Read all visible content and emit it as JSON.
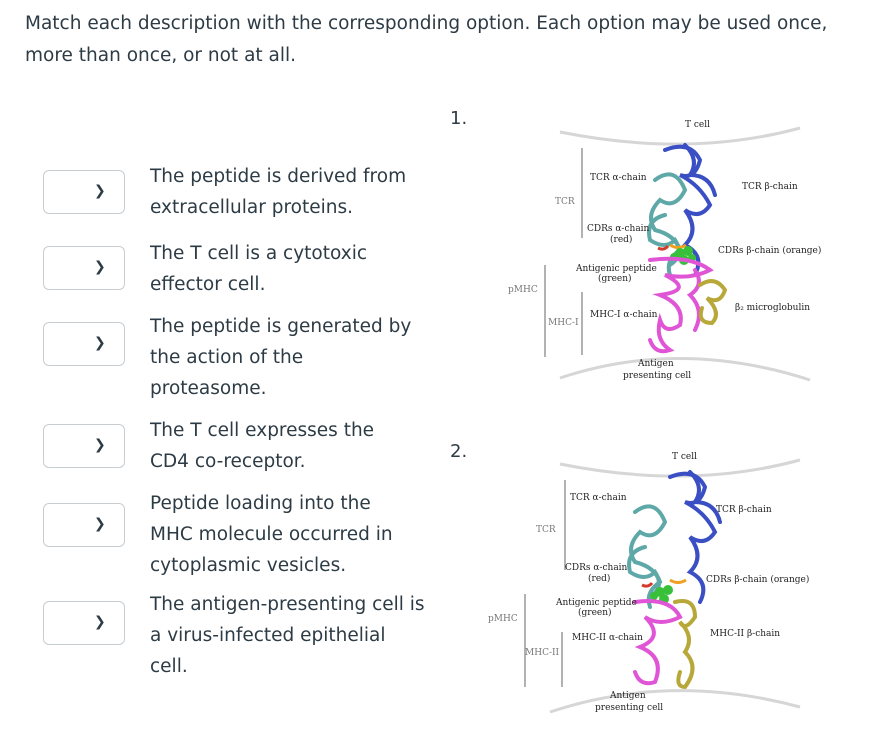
{
  "prompt": "Match each description with the corresponding option. Each option may be used once, more than once, or not at all.",
  "items": [
    {
      "text": "The peptide is derived from extracellular proteins."
    },
    {
      "text": "The T cell is a cytotoxic effector cell."
    },
    {
      "text": "The peptide is generated by the action of the proteasome."
    },
    {
      "text": "The T cell expresses the CD4 co-receptor."
    },
    {
      "text": "Peptide loading into the MHC molecule occurred in cytoplasmic vesicles."
    },
    {
      "text": "The antigen-presenting cell is a virus-infected epithelial cell."
    }
  ],
  "select_icon": "chevron-down-icon",
  "option1": {
    "number": "1.",
    "labels": {
      "tcell": "T cell",
      "tcr": "TCR",
      "tcr_alpha": "TCR α-chain",
      "tcr_beta": "TCR β-chain",
      "cdrs_alpha": "CDRs α-chain",
      "red": "(red)",
      "cdrs_beta": "CDRs β-chain (orange)",
      "antigenic_peptide": "Antigenic peptide",
      "green": "(green)",
      "pmhc": "pMHC",
      "b2m": "β₂ microglobulin",
      "mhc_alpha": "MHC-I α-chain",
      "mhc": "MHC-I",
      "apc1": "Antigen",
      "apc2": "presenting cell"
    }
  },
  "option2": {
    "number": "2.",
    "labels": {
      "tcell": "T cell",
      "tcr": "TCR",
      "tcr_alpha": "TCR α-chain",
      "tcr_beta": "TCR β-chain",
      "cdrs_alpha": "CDRs α-chain",
      "red": "(red)",
      "cdrs_beta": "CDRs β-chain (orange)",
      "antigenic_peptide": "Antigenic peptide",
      "green": "(green)",
      "pmhc": "pMHC",
      "mhc_beta": "MHC-II β-chain",
      "mhc_alpha": "MHC-II α-chain",
      "mhc": "MHC-II",
      "apc1": "Antigen",
      "apc2": "presenting cell"
    }
  },
  "colors": {
    "tcr_alpha": "#5fa8a8",
    "tcr_beta": "#3a4fc4",
    "mhc_alpha": "#e055d6",
    "b2m": "#b8a83a",
    "peptide": "#39c03a",
    "cdr_red": "#d43a2a",
    "cdr_orange": "#f0a020"
  }
}
